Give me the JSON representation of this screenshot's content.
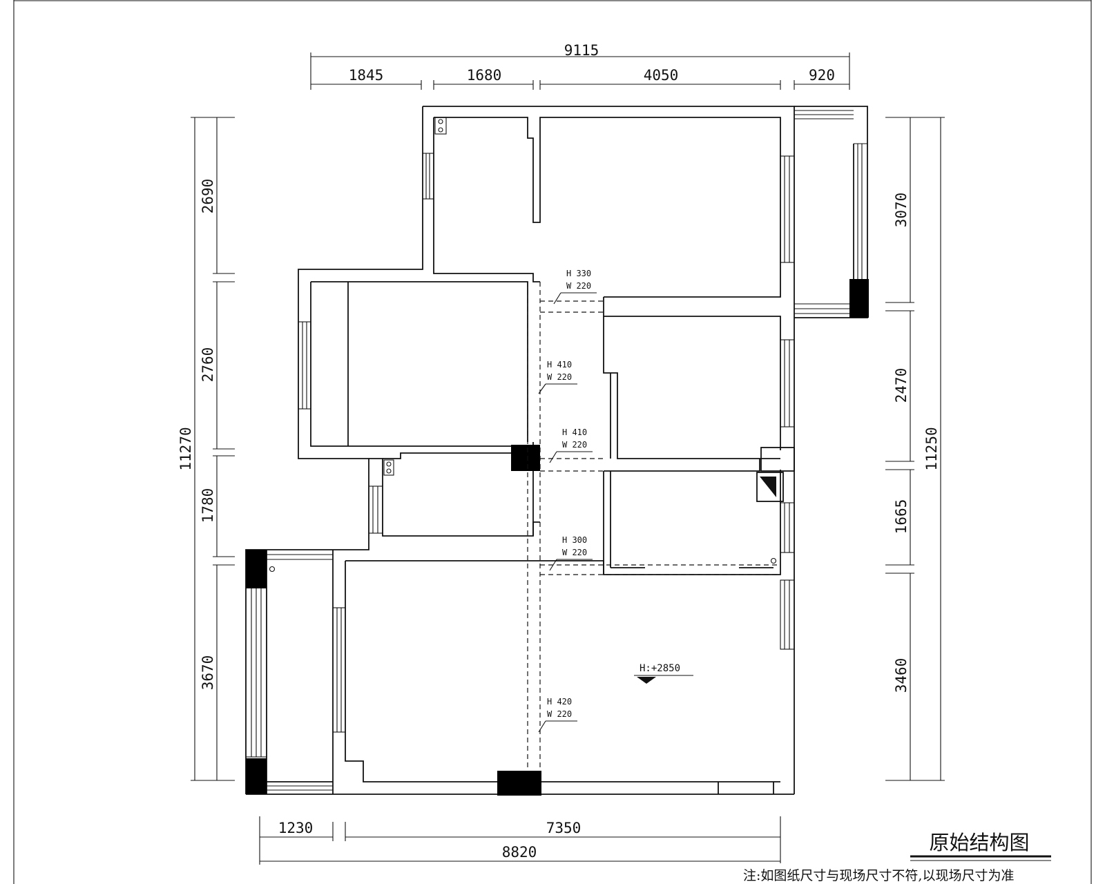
{
  "dimensions": {
    "top_total": "9115",
    "top_segments": [
      "1845",
      "1680",
      "4050",
      "920"
    ],
    "left_total": "11270",
    "left_segments": [
      "2690",
      "2760",
      "1780",
      "3670"
    ],
    "right_total": "11250",
    "right_segments": [
      "3070",
      "2470",
      "1665",
      "3460"
    ],
    "bottom_segments": [
      "1230",
      "7350"
    ],
    "bottom_total": "8820"
  },
  "beams": [
    {
      "h": "H 330",
      "w": "W 220"
    },
    {
      "h": "H 410",
      "w": "W 220"
    },
    {
      "h": "H 410",
      "w": "W 220"
    },
    {
      "h": "H 300",
      "w": "W 220"
    },
    {
      "h": "H 420",
      "w": "W 220"
    }
  ],
  "elevation_mark": "H:+2850",
  "title": "原始结构图",
  "note": "注:如图纸尺寸与现场尺寸不符,以现场尺寸为准"
}
